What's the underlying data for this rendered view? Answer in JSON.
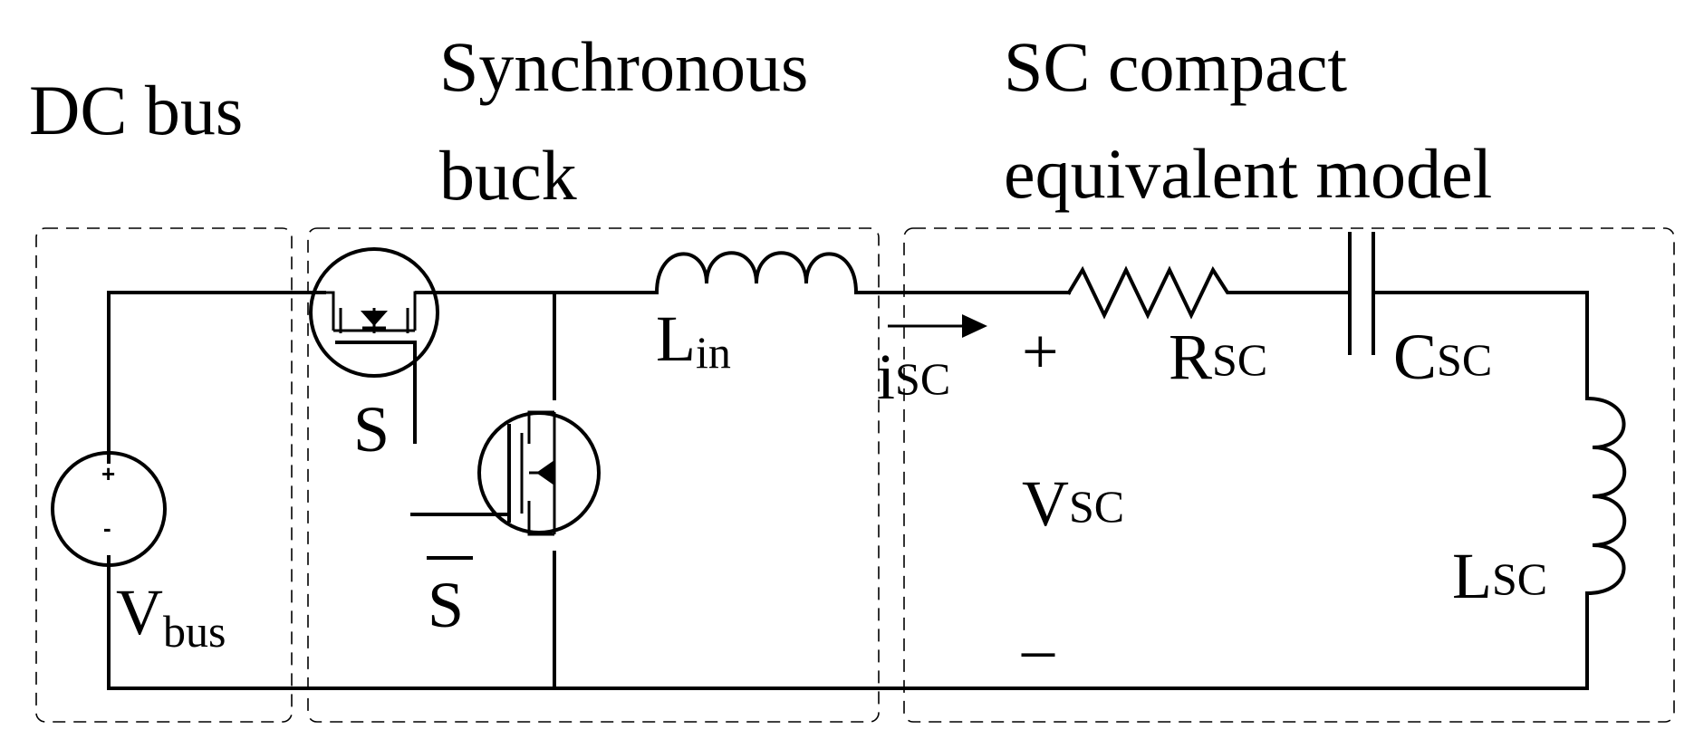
{
  "blocks": {
    "dc_bus": "DC bus",
    "sync_buck_line1": "Synchronous",
    "sync_buck_line2": "buck",
    "sc_model_line1": "SC compact",
    "sc_model_line2": "equivalent model"
  },
  "components": {
    "vbus": {
      "main": "V",
      "sub": "bus",
      "plus": "+",
      "minus": "-"
    },
    "switch_high": {
      "label": "S"
    },
    "switch_low": {
      "label": "S"
    },
    "inductor_in": {
      "main": "L",
      "sub": "in"
    },
    "current": {
      "main": "i",
      "sub": "SC"
    },
    "resistor": {
      "main": "R",
      "sub": "SC"
    },
    "capacitor": {
      "main": "C",
      "sub": "SC"
    },
    "inductor_sc": {
      "main": "L",
      "sub": "SC"
    },
    "voltage": {
      "main": "V",
      "sub": "SC",
      "plus": "+",
      "minus": "–"
    }
  }
}
